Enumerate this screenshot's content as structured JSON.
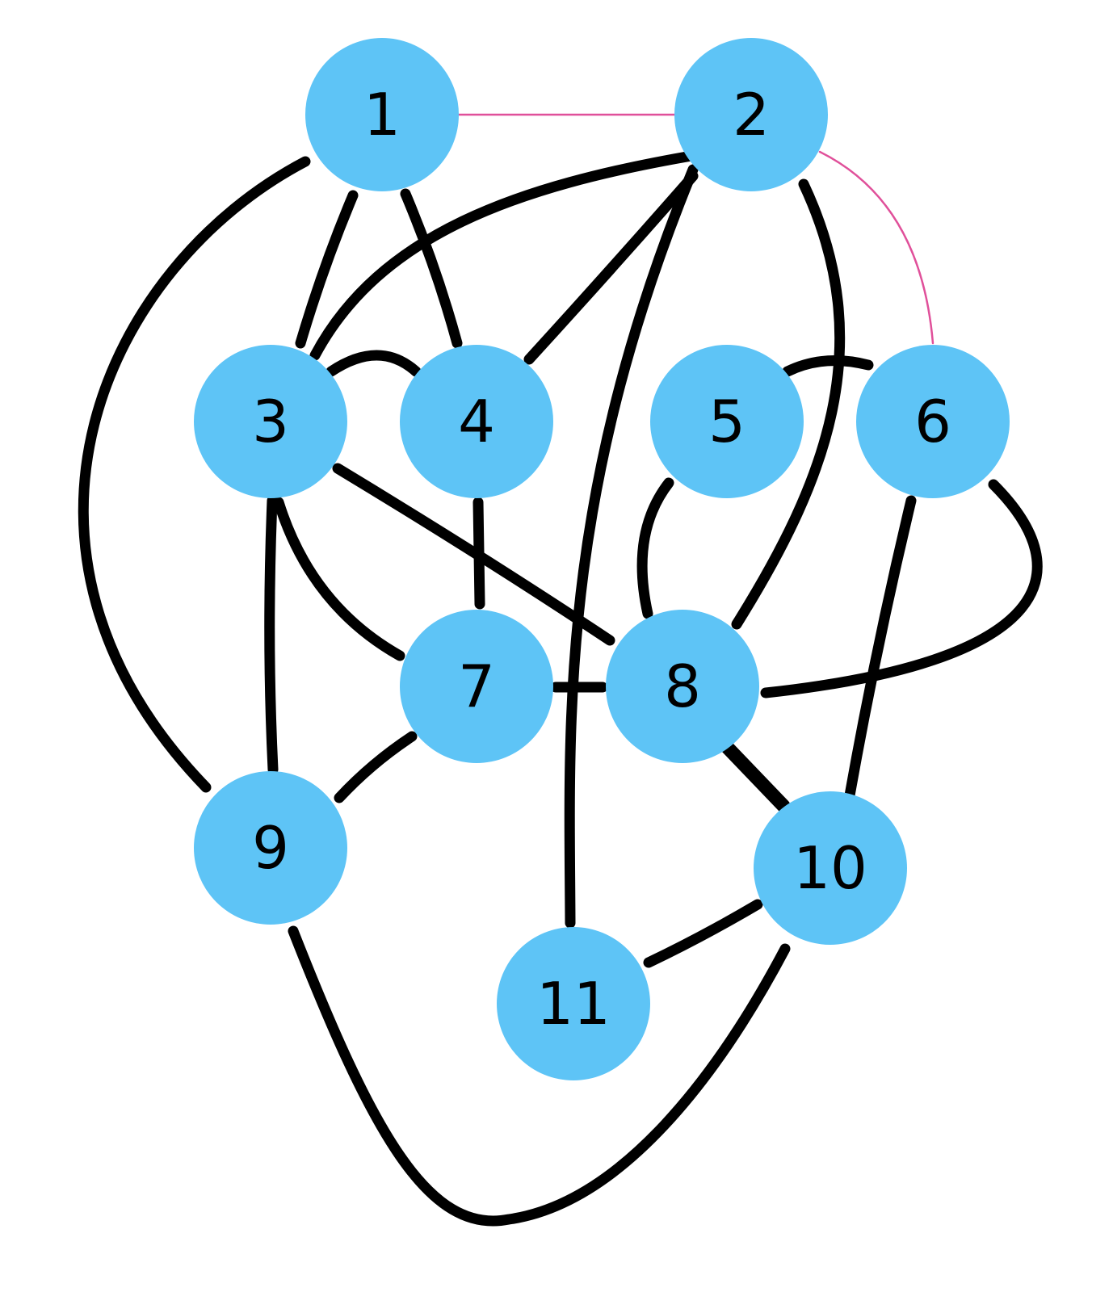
{
  "colors": {
    "node_fill": "#5EC4F6",
    "edge_default": "#000000",
    "edge_highlight": "#E0509A",
    "label": "#000000",
    "background": "#FFFFFF"
  },
  "nodes": [
    {
      "id": "1",
      "label": "1"
    },
    {
      "id": "2",
      "label": "2"
    },
    {
      "id": "3",
      "label": "3"
    },
    {
      "id": "4",
      "label": "4"
    },
    {
      "id": "5",
      "label": "5"
    },
    {
      "id": "6",
      "label": "6"
    },
    {
      "id": "7",
      "label": "7"
    },
    {
      "id": "8",
      "label": "8"
    },
    {
      "id": "9",
      "label": "9"
    },
    {
      "id": "10",
      "label": "10"
    },
    {
      "id": "11",
      "label": "11"
    }
  ],
  "edges": [
    {
      "source": "1",
      "target": "2",
      "style": "highlight"
    },
    {
      "source": "2",
      "target": "6",
      "style": "highlight"
    },
    {
      "source": "1",
      "target": "3",
      "style": "default"
    },
    {
      "source": "1",
      "target": "4",
      "style": "default"
    },
    {
      "source": "1",
      "target": "9",
      "style": "default"
    },
    {
      "source": "2",
      "target": "3",
      "style": "default"
    },
    {
      "source": "2",
      "target": "4",
      "style": "default"
    },
    {
      "source": "2",
      "target": "11",
      "style": "default"
    },
    {
      "source": "2",
      "target": "8",
      "style": "default"
    },
    {
      "source": "3",
      "target": "4",
      "style": "default"
    },
    {
      "source": "3",
      "target": "7",
      "style": "default"
    },
    {
      "source": "3",
      "target": "8",
      "style": "default"
    },
    {
      "source": "3",
      "target": "9",
      "style": "default"
    },
    {
      "source": "4",
      "target": "7",
      "style": "default"
    },
    {
      "source": "5",
      "target": "6",
      "style": "default"
    },
    {
      "source": "5",
      "target": "8",
      "style": "default"
    },
    {
      "source": "6",
      "target": "8",
      "style": "default"
    },
    {
      "source": "6",
      "target": "10",
      "style": "default"
    },
    {
      "source": "7",
      "target": "8",
      "style": "default"
    },
    {
      "source": "7",
      "target": "9",
      "style": "default"
    },
    {
      "source": "8",
      "target": "10",
      "style": "default"
    },
    {
      "source": "9",
      "target": "10",
      "style": "default"
    },
    {
      "source": "10",
      "target": "11",
      "style": "default"
    }
  ]
}
